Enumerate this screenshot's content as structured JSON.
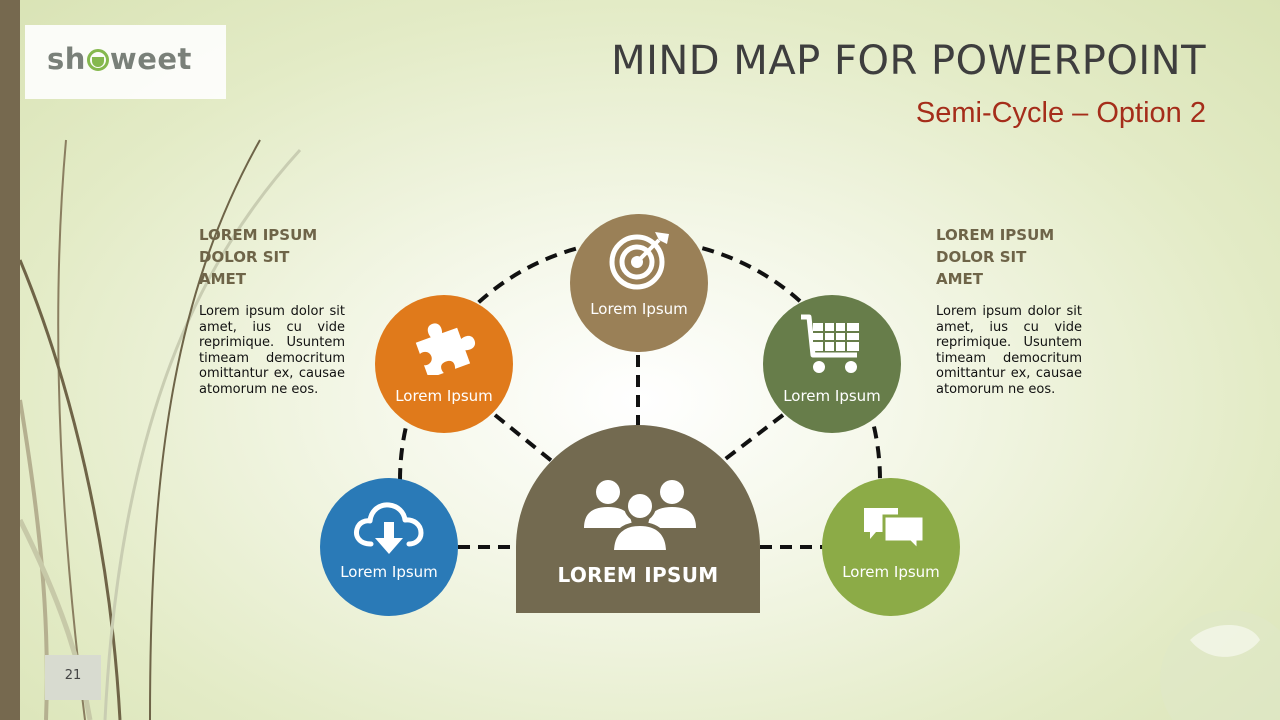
{
  "logo": {
    "text_before": "sh",
    "text_after": "weet"
  },
  "title": "MIND MAP FOR POWERPOINT",
  "subtitle": "Semi-Cycle – Option 2",
  "left_text": {
    "heading_lines": [
      "LOREM IPSUM",
      "DOLOR SIT",
      "AMET"
    ],
    "body": "Lorem ipsum dolor sit amet, ius cu vide reprimique. Usuntem timeam democritum omittantur ex, causae atomorum ne eos."
  },
  "right_text": {
    "heading_lines": [
      "LOREM IPSUM",
      "DOLOR SIT",
      "AMET"
    ],
    "body": "Lorem ipsum dolor sit amet, ius cu vide reprimique. Usuntem timeam democritum omittantur ex, causae atomorum ne eos."
  },
  "center": {
    "label": "LOREM IPSUM",
    "icon": "people-group-icon",
    "color": "#736a50"
  },
  "nodes": [
    {
      "id": "download",
      "label": "Lorem Ipsum",
      "icon": "cloud-download-icon",
      "color": "#2a7ab7"
    },
    {
      "id": "puzzle",
      "label": "Lorem Ipsum",
      "icon": "puzzle-piece-icon",
      "color": "#e07a1b"
    },
    {
      "id": "target",
      "label": "Lorem Ipsum",
      "icon": "target-arrow-icon",
      "color": "#9a8057"
    },
    {
      "id": "cart",
      "label": "Lorem Ipsum",
      "icon": "shopping-cart-icon",
      "color": "#677d4a"
    },
    {
      "id": "chat",
      "label": "Lorem Ipsum",
      "icon": "chat-bubbles-icon",
      "color": "#8cab47"
    }
  ],
  "page_number": "21"
}
